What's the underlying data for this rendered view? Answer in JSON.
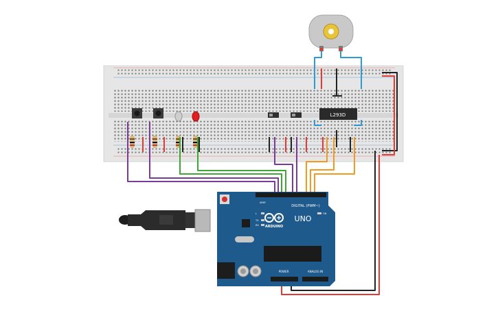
{
  "motor": {
    "chip_label": ""
  },
  "breadboard": {
    "driver_label": "L293D"
  },
  "arduino": {
    "digital_label": "DIGITAL (PWM~)",
    "brand": "ARDUINO",
    "model": "UNO",
    "power_label": "POWER",
    "analog_label": "ANALOG IN",
    "aref": "AREF",
    "tx": "TX",
    "rx": "RX",
    "l": "L",
    "on": "ON"
  },
  "colors": {
    "breadboard": "#e6e6e6",
    "arduino": "#1f5a8c",
    "wire_red": "#e53935",
    "wire_black": "#222222",
    "wire_blue": "#2d9bd8",
    "wire_orange": "#f29a1f",
    "wire_green": "#3aa832",
    "wire_purple": "#7b3a99"
  }
}
